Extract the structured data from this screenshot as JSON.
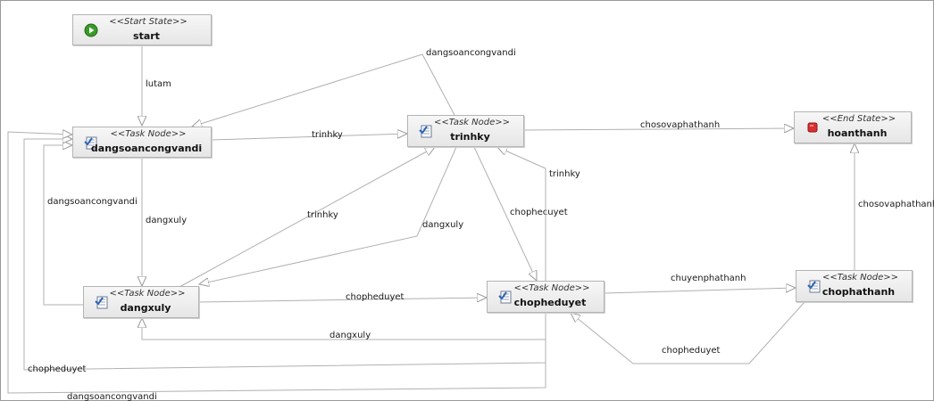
{
  "colors": {
    "edge": "#b0b0b0",
    "start_icon": "#3a9a2a",
    "end_icon": "#d93030",
    "task_icon": "#2d64b4"
  },
  "nodes": {
    "start": {
      "stereotype": "<<Start State>>",
      "name": "start",
      "icon": "play-icon"
    },
    "dangsoancongvandi": {
      "stereotype": "<<Task Node>>",
      "name": "dangsoancongvandi",
      "icon": "task-icon"
    },
    "trinhky": {
      "stereotype": "<<Task Node>>",
      "name": "trinhky",
      "icon": "task-icon"
    },
    "hoanthanh": {
      "stereotype": "<<End State>>",
      "name": "hoanthanh",
      "icon": "stop-icon"
    },
    "dangxuly": {
      "stereotype": "<<Task Node>>",
      "name": "dangxuly",
      "icon": "task-icon"
    },
    "chopheduyet": {
      "stereotype": "<<Task Node>>",
      "name": "chopheduyet",
      "icon": "task-icon"
    },
    "chophathanh": {
      "stereotype": "<<Task Node>>",
      "name": "chophathanh",
      "icon": "task-icon"
    }
  },
  "transitions": {
    "start_to_dangsoan": "lutam",
    "trinhky_to_dangsoan": "dangsoancongvandi",
    "dangsoan_to_trinhky": "trinhky",
    "trinhky_to_hoanthanh": "chosovaphathanh",
    "dangsoan_to_dangxuly": "dangxuly",
    "dangxuly_to_dangsoan": "dangsoancongvandi",
    "dangxuly_to_trinhky": "trinhky",
    "trinhky_to_dangxuly": "dangxuly",
    "trinhky_to_chopheduyet": "chophecuyet",
    "chopheduyet_to_trinhky": "trinhky",
    "chophathanh_to_hoanthanh": "chosovaphathanh",
    "dangxuly_to_chopheduyet": "chopheduyet",
    "chopheduyet_to_chophathanh": "chuyenphathanh",
    "chophathanh_to_chopheduyet": "chopheduyet",
    "chopheduyet_to_dangxuly": "dangxuly",
    "chopheduyet_to_dangsoan_a": "chopheduyet",
    "chopheduyet_to_dangsoan_b": "dangsoancongvandi"
  }
}
